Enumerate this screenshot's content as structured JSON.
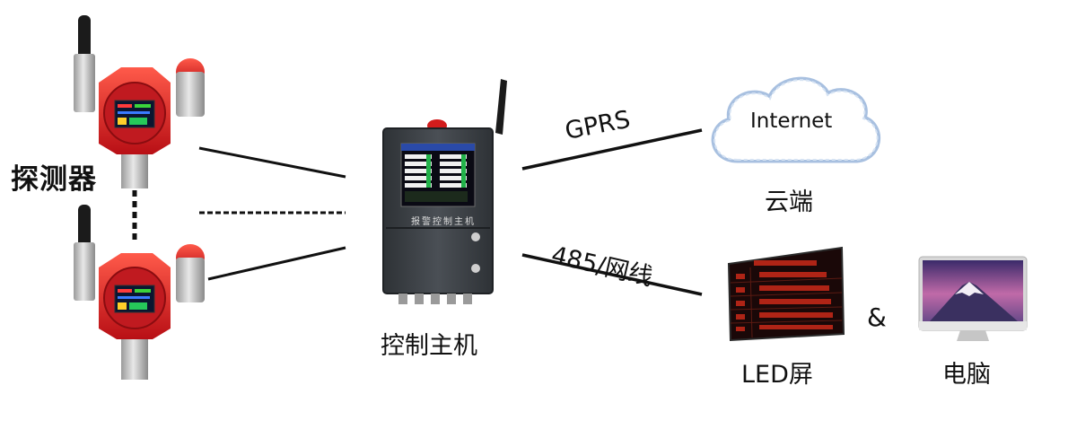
{
  "labels": {
    "detector": "探测器",
    "controller": "控制主机",
    "gprs": "GPRS",
    "cloud_text": "Internet",
    "cloud": "云端",
    "wired": "485/网线",
    "led_screen": "LED屏",
    "ampersand": "&",
    "computer": "电脑",
    "controller_panel": "报警控制主机"
  },
  "colors": {
    "detector_body": "#d8262a",
    "alarm_lamp": "#c81818",
    "controller_case": "#3b3f44",
    "led_text": "#d83020",
    "cloud_outline": "#9ab4d8",
    "connector_line": "#111111"
  }
}
